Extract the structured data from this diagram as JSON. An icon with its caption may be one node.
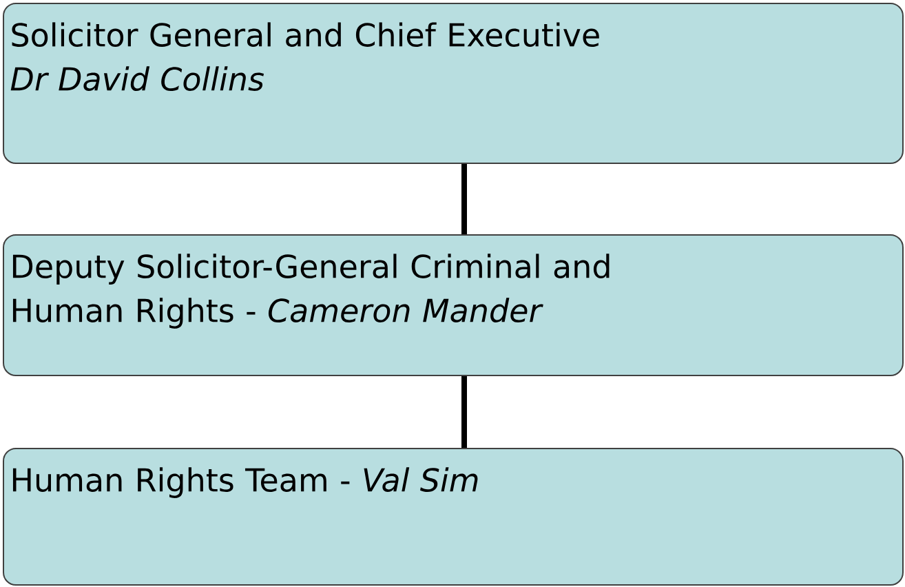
{
  "diagram": {
    "nodes": [
      {
        "text": [
          "Solicitor General and Chief Executive",
          "Dr David Collins"
        ]
      },
      {
        "text": [
          "Deputy Solicitor-General Criminal and Human Rights - *Cameron Mander*"
        ]
      },
      {
        "text": [
          "Human Rights Team - *Val Sim*"
        ]
      }
    ],
    "edges": [
      {
        "from": 0,
        "to": 1,
        "arrow": "none"
      },
      {
        "from": 1,
        "to": 2,
        "arrow": "none"
      }
    ]
  }
}
